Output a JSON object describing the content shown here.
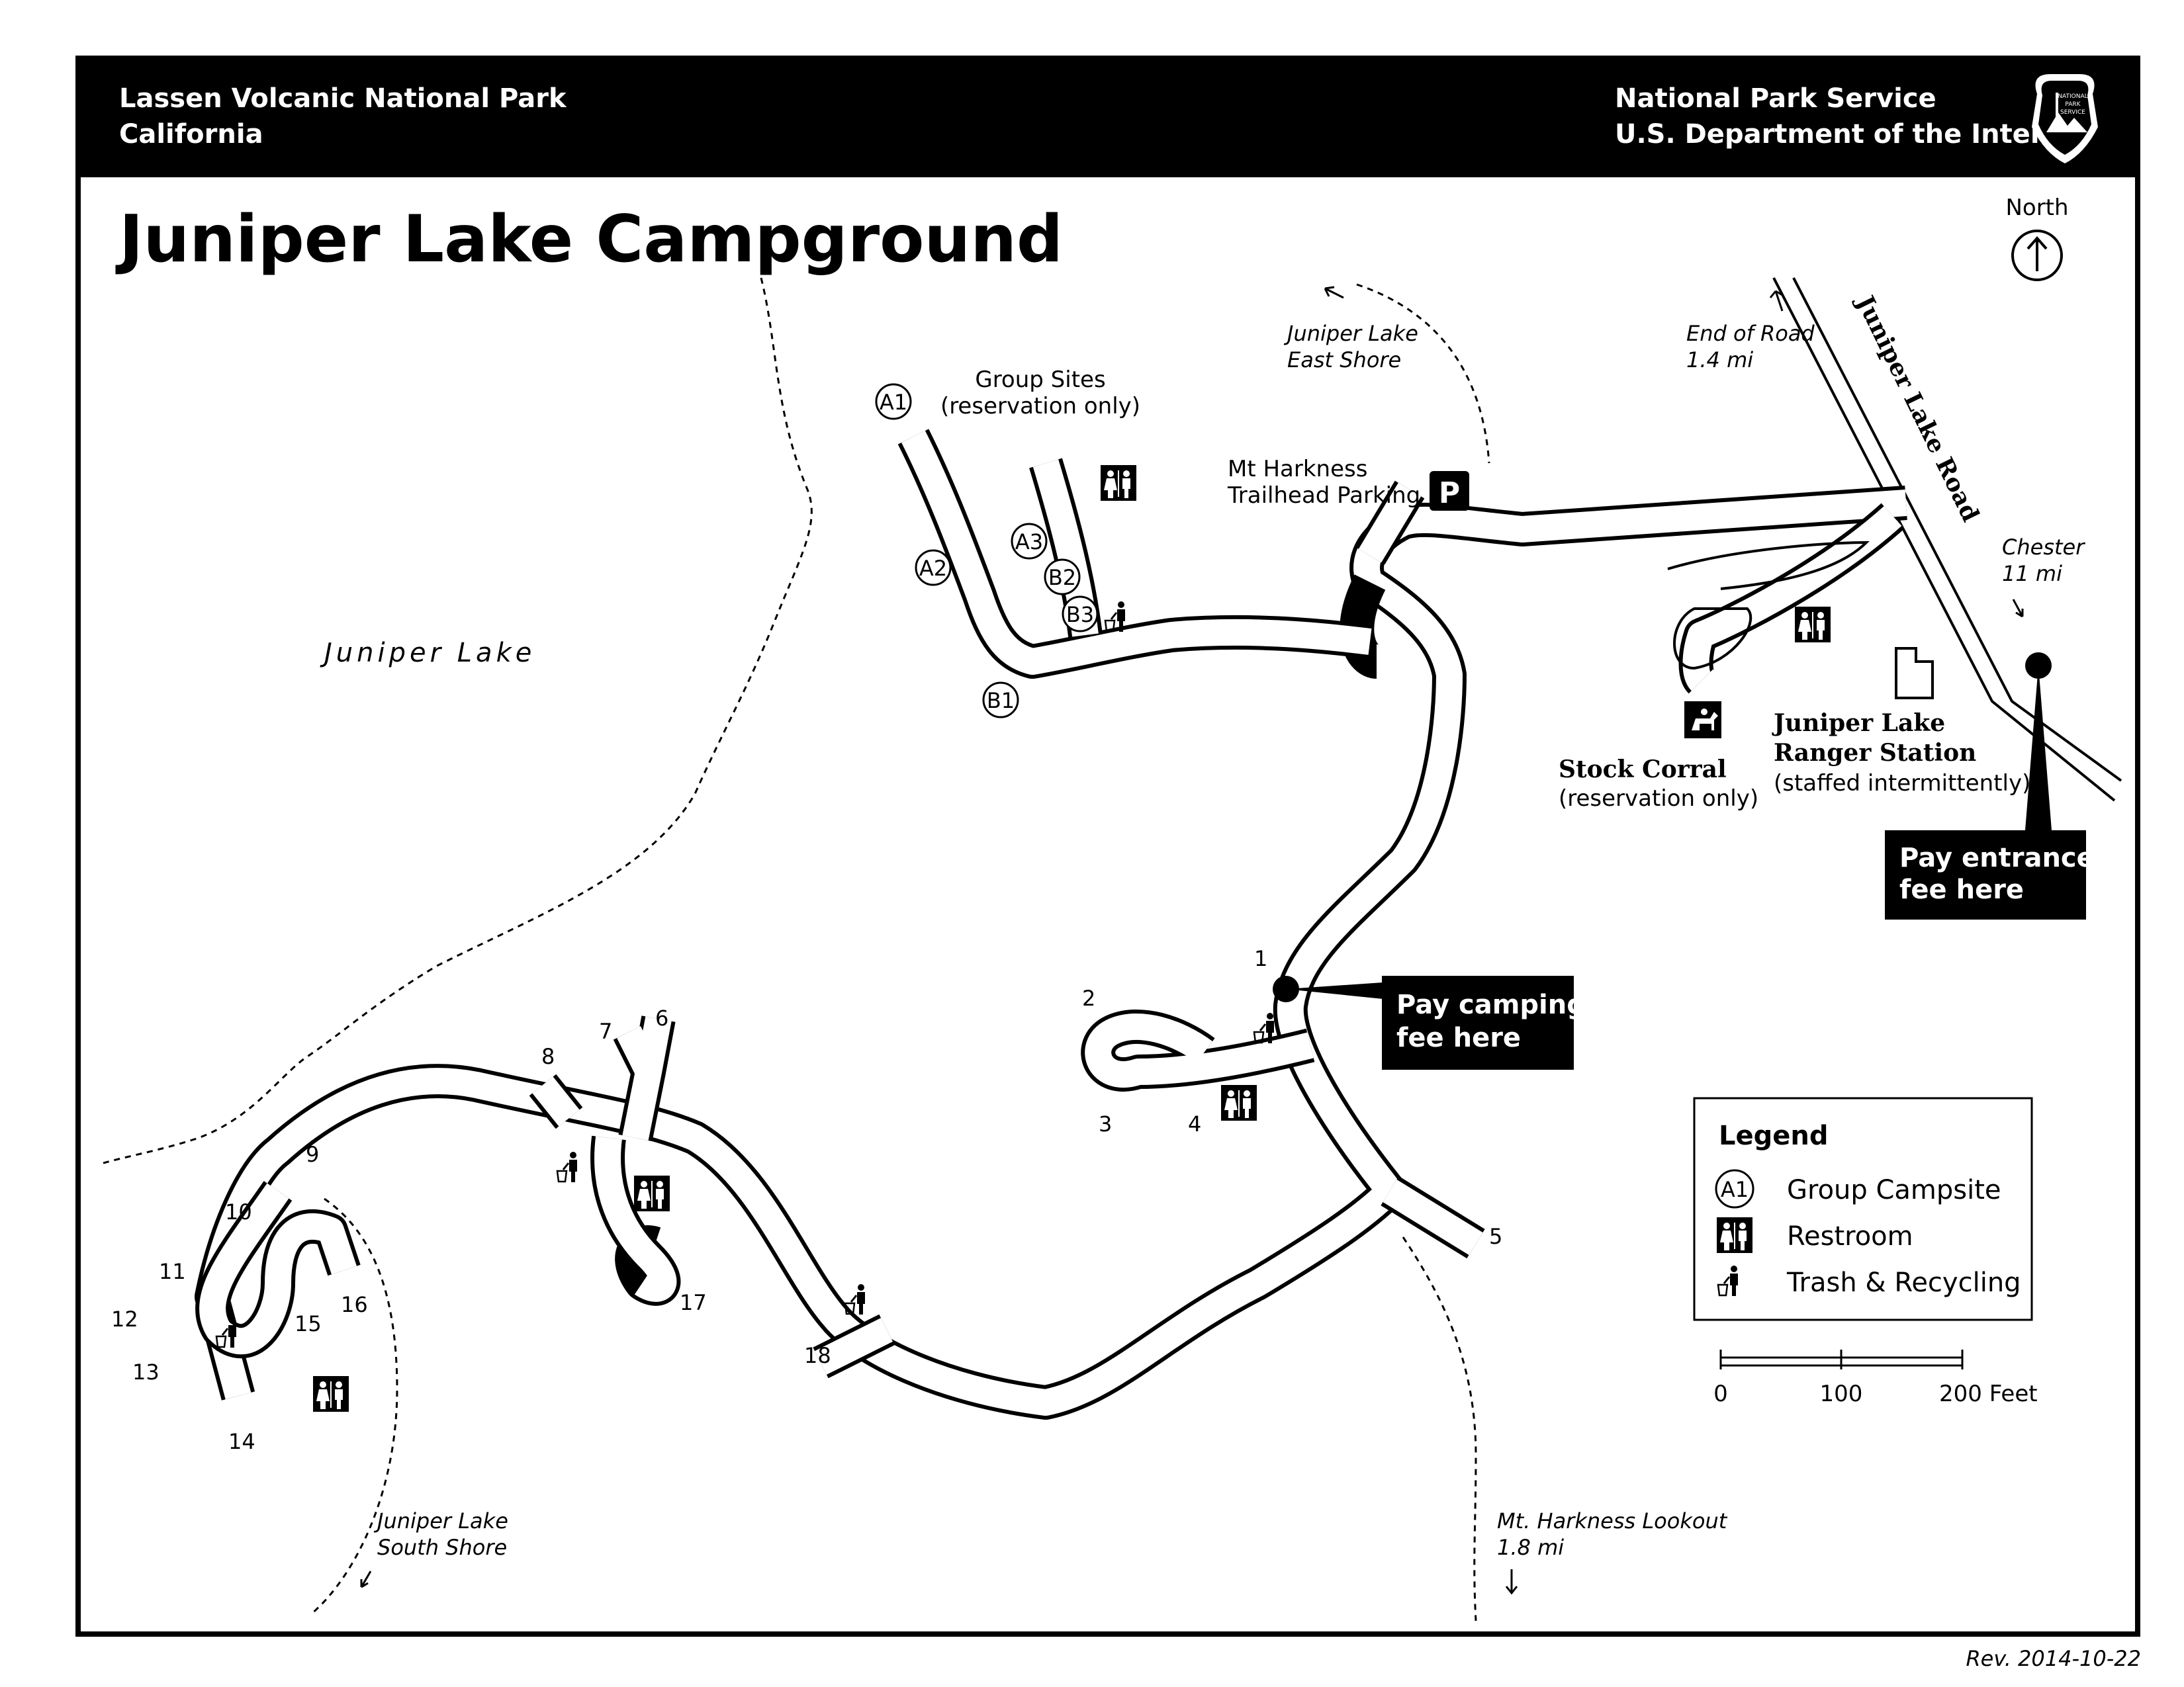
{
  "header": {
    "park_name": "Lassen Volcanic National Park",
    "state": "California",
    "agency": "National Park Service",
    "department": "U.S. Department of the Interior"
  },
  "title": "Juniper Lake Campground",
  "north_label": "North",
  "lake_label": "Juniper Lake",
  "road_label": "Juniper Lake Road",
  "group_sites": {
    "line1": "Group Sites",
    "line2": "(reservation only)"
  },
  "group_campsites": [
    "A1",
    "A2",
    "A3",
    "B1",
    "B2",
    "B3"
  ],
  "campsites": [
    "1",
    "2",
    "3",
    "4",
    "5",
    "6",
    "7",
    "8",
    "9",
    "10",
    "11",
    "12",
    "13",
    "14",
    "15",
    "16",
    "17",
    "18"
  ],
  "trailhead": {
    "line1": "Mt Harkness",
    "line2": "Trailhead Parking",
    "parking_symbol": "P"
  },
  "destinations": {
    "east_shore": {
      "line1": "Juniper Lake",
      "line2": "East Shore"
    },
    "end_of_road": {
      "line1": "End of Road",
      "line2": "1.4 mi"
    },
    "chester": {
      "line1": "Chester",
      "line2": "11 mi"
    },
    "south_shore": {
      "line1": "Juniper Lake",
      "line2": "South Shore"
    },
    "lookout": {
      "line1": "Mt. Harkness Lookout",
      "line2": "1.8 mi"
    }
  },
  "stock_corral": {
    "line1": "Stock Corral",
    "line2": "(reservation only)"
  },
  "ranger_station": {
    "line1": "Juniper Lake",
    "line2": "Ranger Station",
    "line3": "(staffed intermittently)"
  },
  "callouts": {
    "entrance_fee": {
      "line1": "Pay entrance",
      "line2": "fee here"
    },
    "camping_fee": {
      "line1": "Pay camping",
      "line2": "fee here"
    }
  },
  "legend": {
    "title": "Legend",
    "items": [
      {
        "symbol": "A1",
        "label": "Group Campsite",
        "icon": "group-campsite-icon"
      },
      {
        "label": "Restroom",
        "icon": "restroom-icon"
      },
      {
        "label": "Trash & Recycling",
        "icon": "trash-recycling-icon"
      }
    ]
  },
  "scale": {
    "ticks": [
      "0",
      "100",
      "200 Feet"
    ]
  },
  "revision": "Rev. 2014-10-22",
  "colors": {
    "ink": "#000000",
    "paper": "#ffffff"
  }
}
